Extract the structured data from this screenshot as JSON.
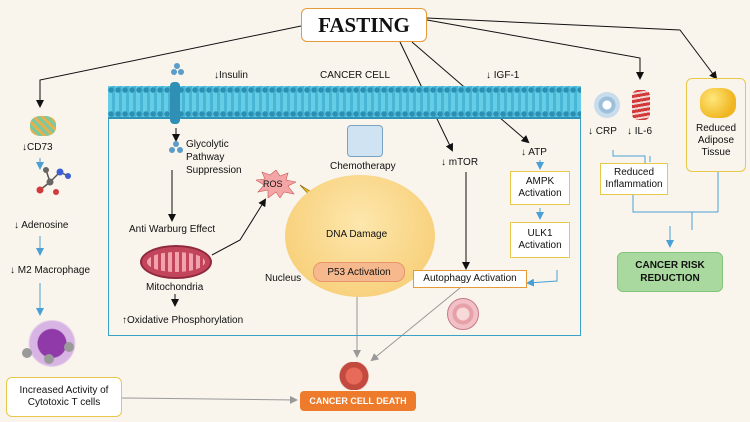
{
  "title": "FASTING",
  "cell": {
    "label": "CANCER CELL",
    "insulin": "Insulin",
    "igf1": "IGF-1",
    "glycolytic": "Glycolytic\nPathway\nSuppression",
    "chemotherapy": "Chemotherapy",
    "ros": "ROS",
    "dna_damage": "DNA Damage",
    "p53": "P53 Activation",
    "nucleus": "Nucleus",
    "anti_warburg": "Anti Warburg Effect",
    "mitochondria": "Mitochondria",
    "oxphos": "Oxidative Phosphorylation",
    "mtor": "mTOR",
    "atp": "ATP",
    "ampk": "AMPK\nActivation",
    "ulk1": "ULK1\nActivation",
    "autophagy": "Autophagy Activation"
  },
  "left": {
    "cd73": "CD73",
    "adenosine": "Adenosine",
    "m2": "M2 Macrophage",
    "tcells": "Increased Activity of\nCytotoxic T cells"
  },
  "right": {
    "crp": "CRP",
    "il6": "IL-6",
    "adipose": "Reduced\nAdipose\nTissue",
    "inflammation": "Reduced\nInflammation",
    "risk": "CANCER RISK\nREDUCTION"
  },
  "outcome": {
    "death": "CANCER CELL DEATH"
  },
  "colors": {
    "membrane": "#4ab6d6",
    "death": "#ee7b2b",
    "risk": "#a9d99e",
    "box_border": "#e7c84a"
  }
}
